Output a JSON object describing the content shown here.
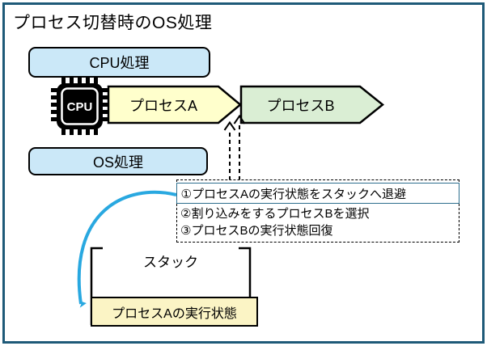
{
  "title": "プロセス切替時のOS処理",
  "lanes": {
    "cpu": "CPU処理",
    "os": "OS処理"
  },
  "cpu_icon": {
    "text": "CPU"
  },
  "processes": {
    "a": "プロセスA",
    "b": "プロセスB"
  },
  "steps": [
    "①プロセスAの実行状態をスタックへ退避",
    "②割り込みをするプロセスBを選択",
    "③プロセスBの実行状態回復"
  ],
  "stack": {
    "label": "スタック",
    "content": "プロセスAの実行状態"
  },
  "colors": {
    "frame": "#1E5A78",
    "lane_fill": "#CBE8F8",
    "process_a_fill": "#FFFFCC",
    "process_b_fill": "#DAEED4",
    "stack_item_fill": "#FBF4C5",
    "arrow_blue": "#29A8E0",
    "step1_border": "#2E6F8E"
  }
}
